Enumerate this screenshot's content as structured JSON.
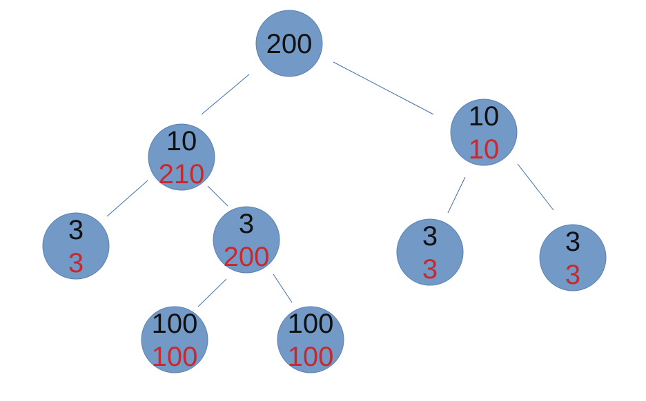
{
  "colors": {
    "node_fill": "#7399c6",
    "edge": "#3e6ea8",
    "top_value_text": "#111111",
    "bottom_value_text": "#c8282e",
    "background": "#ffffff"
  },
  "tree": {
    "nodes": [
      {
        "id": "root",
        "top": "200",
        "bottom": ""
      },
      {
        "id": "l",
        "top": "10",
        "bottom": "210"
      },
      {
        "id": "r",
        "top": "10",
        "bottom": "10"
      },
      {
        "id": "ll",
        "top": "3",
        "bottom": "3"
      },
      {
        "id": "lr",
        "top": "3",
        "bottom": "200"
      },
      {
        "id": "rl",
        "top": "3",
        "bottom": "3"
      },
      {
        "id": "rr",
        "top": "3",
        "bottom": "3"
      },
      {
        "id": "lrl",
        "top": "100",
        "bottom": "100"
      },
      {
        "id": "lrr",
        "top": "100",
        "bottom": "100"
      }
    ],
    "edges": [
      [
        "root",
        "l"
      ],
      [
        "root",
        "r"
      ],
      [
        "l",
        "ll"
      ],
      [
        "l",
        "lr"
      ],
      [
        "r",
        "rl"
      ],
      [
        "r",
        "rr"
      ],
      [
        "lr",
        "lrl"
      ],
      [
        "lr",
        "lrr"
      ]
    ]
  }
}
